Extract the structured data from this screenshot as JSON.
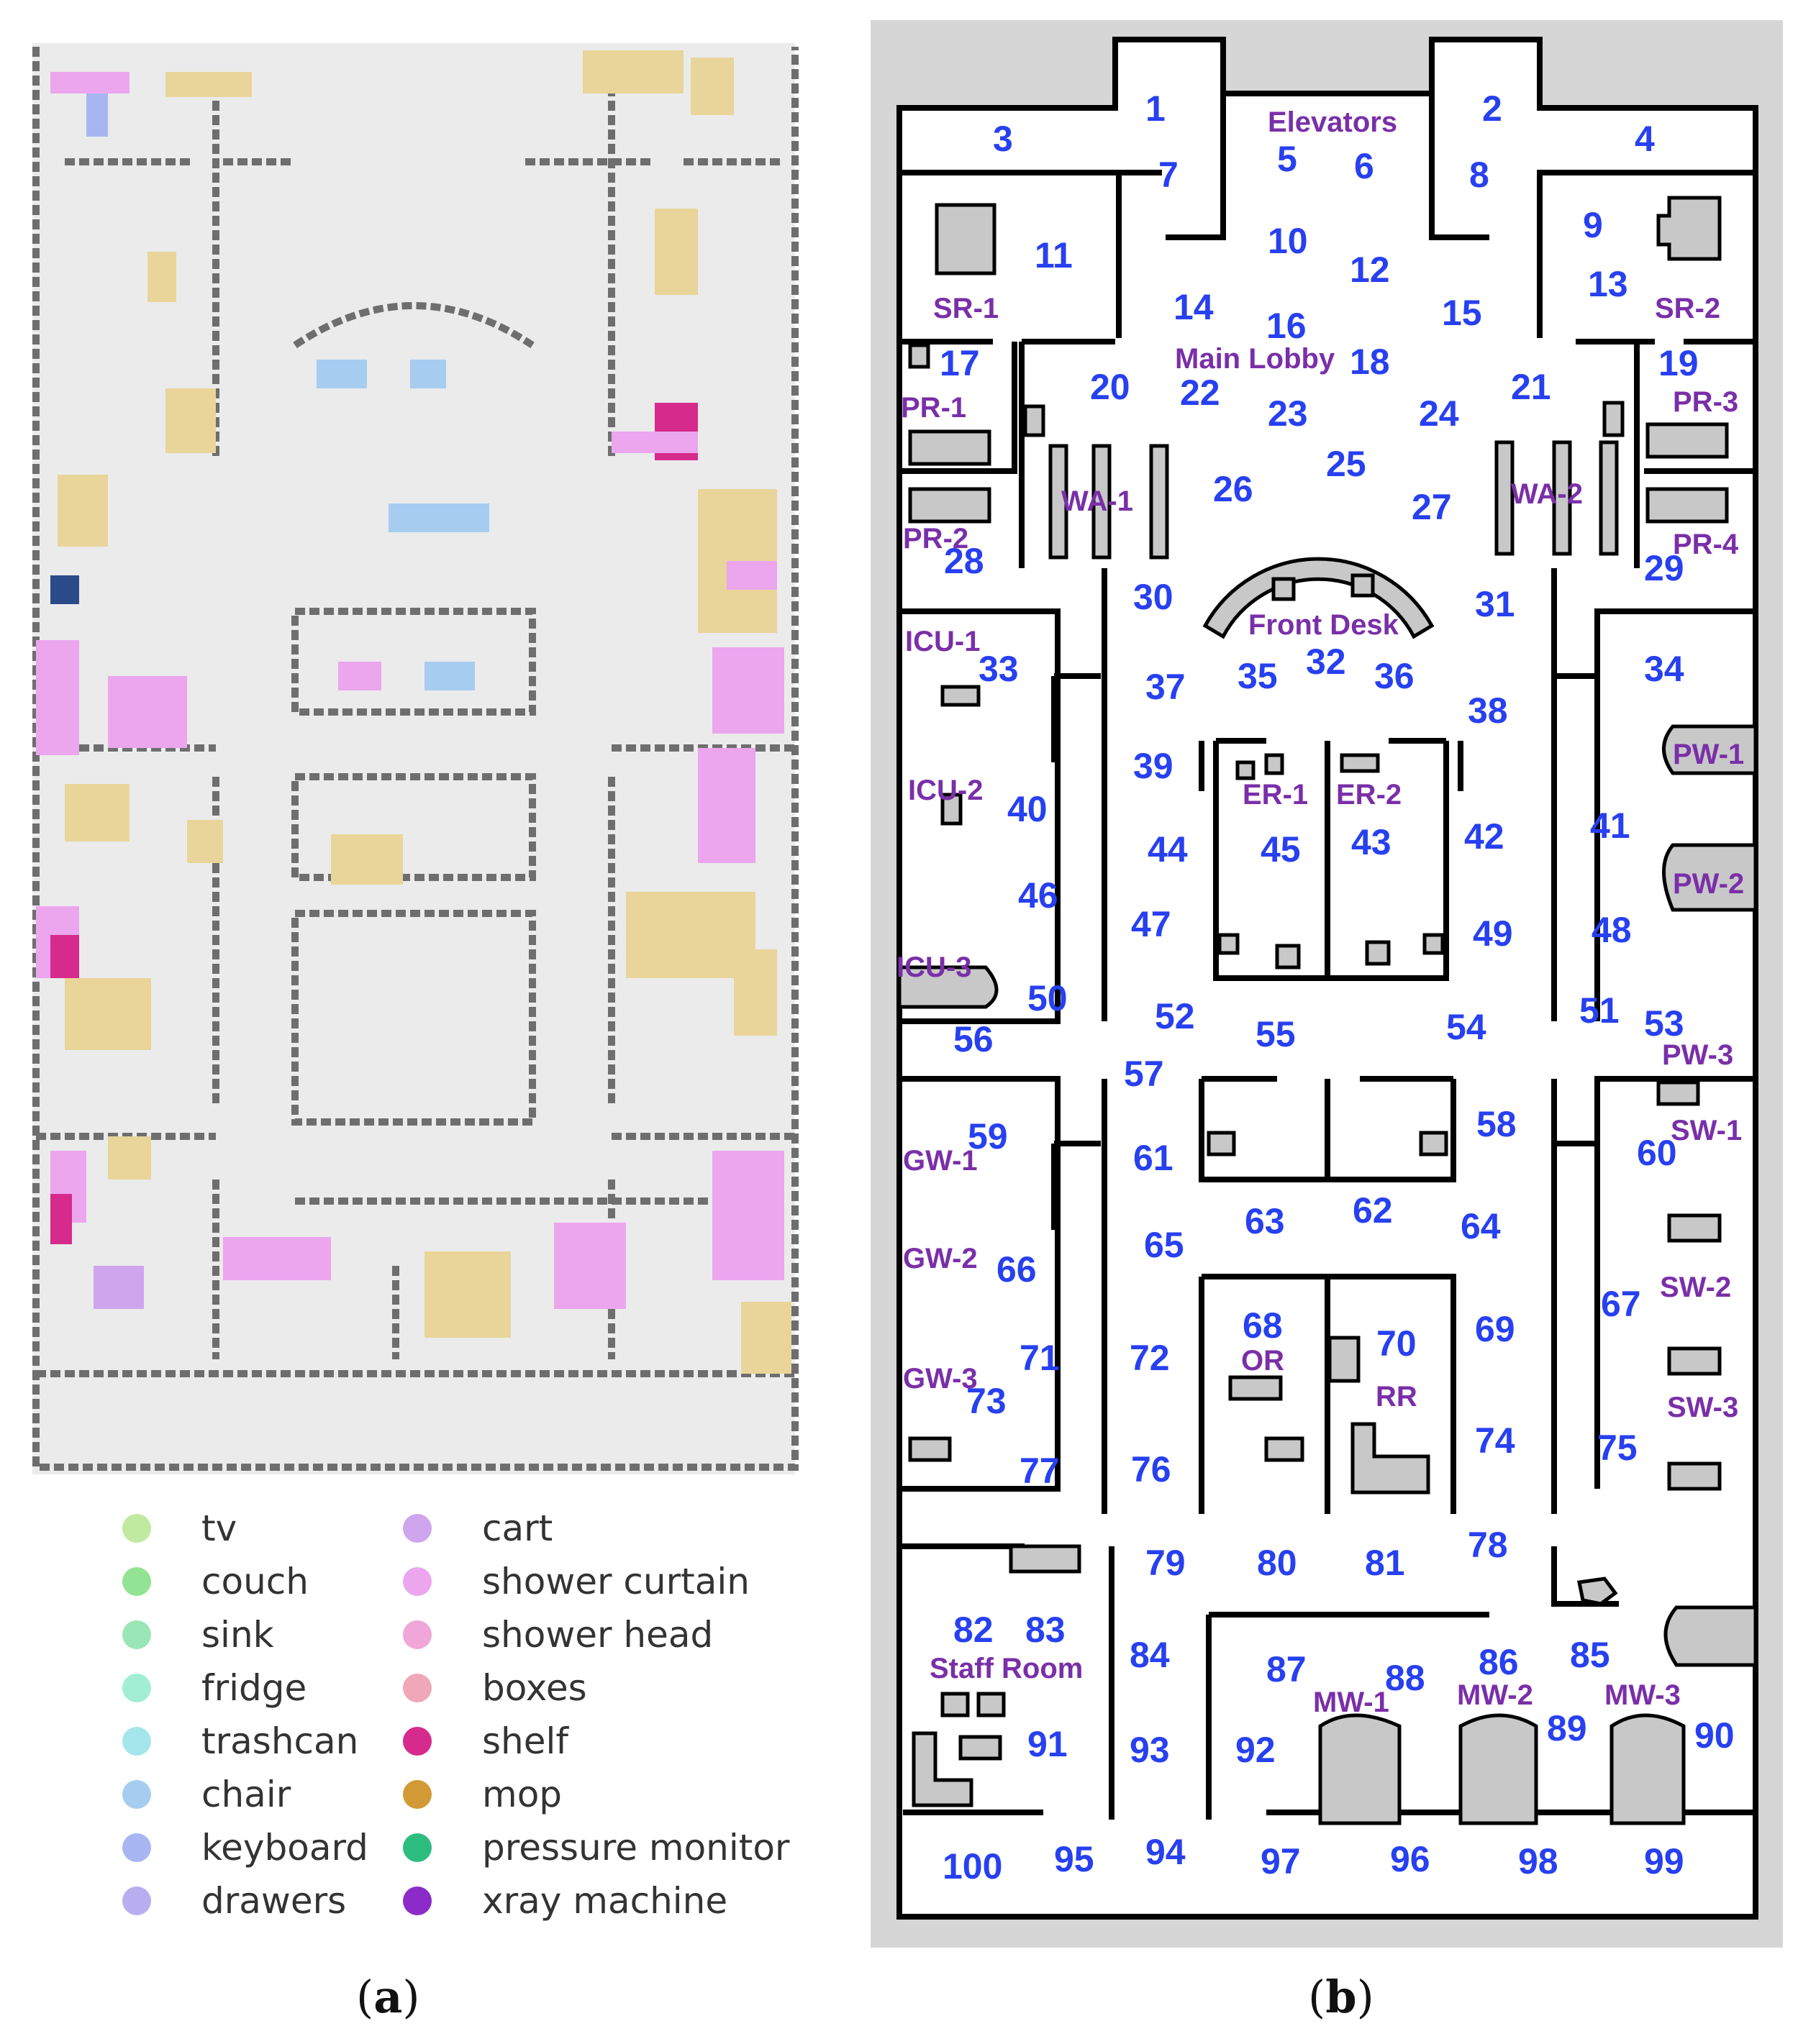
{
  "colors": {
    "wall": "#000000",
    "floor": "#ffffff",
    "outside": "#d6d6d6",
    "furniture": "#c8c8c8",
    "node_number": "#2740f0",
    "room_label": "#7a2fa8",
    "semantic_floor": "#ebebeb",
    "semantic_wall": "#6e6e6e"
  },
  "legend": {
    "items": [
      {
        "label": "tv",
        "color": "#bfeaa0"
      },
      {
        "label": "couch",
        "color": "#93e395"
      },
      {
        "label": "sink",
        "color": "#9be6b6"
      },
      {
        "label": "fridge",
        "color": "#a2eed4"
      },
      {
        "label": "trashcan",
        "color": "#a4e6ec"
      },
      {
        "label": "chair",
        "color": "#a6cdef"
      },
      {
        "label": "keyboard",
        "color": "#a7b6f2"
      },
      {
        "label": "drawers",
        "color": "#b9aef0"
      },
      {
        "label": "cart",
        "color": "#cfa5ee"
      },
      {
        "label": "shower curtain",
        "color": "#eba6ee"
      },
      {
        "label": "shower head",
        "color": "#f0a6d8"
      },
      {
        "label": "boxes",
        "color": "#f0a7b9"
      },
      {
        "label": "shelf",
        "color": "#d62a8c"
      },
      {
        "label": "mop",
        "color": "#d29a35"
      },
      {
        "label": "pressure monitor",
        "color": "#2dbd7f"
      },
      {
        "label": "xray machine",
        "color": "#8b2cc9"
      }
    ]
  },
  "captions": {
    "a": {
      "open": "(",
      "letter": "a",
      "close": ")"
    },
    "b": {
      "open": "(",
      "letter": "b",
      "close": ")"
    }
  },
  "map": {
    "node_numbers": [
      "1",
      "2",
      "3",
      "4",
      "5",
      "6",
      "7",
      "8",
      "9",
      "10",
      "11",
      "12",
      "13",
      "14",
      "15",
      "16",
      "17",
      "18",
      "19",
      "20",
      "21",
      "22",
      "23",
      "24",
      "25",
      "26",
      "27",
      "28",
      "29",
      "30",
      "31",
      "32",
      "33",
      "34",
      "35",
      "36",
      "37",
      "38",
      "39",
      "40",
      "41",
      "42",
      "43",
      "44",
      "45",
      "46",
      "47",
      "48",
      "49",
      "50",
      "51",
      "52",
      "53",
      "54",
      "55",
      "56",
      "57",
      "58",
      "59",
      "60",
      "61",
      "62",
      "63",
      "64",
      "65",
      "66",
      "67",
      "68",
      "69",
      "70",
      "71",
      "72",
      "73",
      "74",
      "75",
      "76",
      "77",
      "78",
      "79",
      "80",
      "81",
      "82",
      "83",
      "84",
      "85",
      "86",
      "87",
      "88",
      "89",
      "90",
      "91",
      "92",
      "93",
      "94",
      "95",
      "96",
      "97",
      "98",
      "99",
      "100"
    ],
    "room_labels": {
      "elevators": "Elevators",
      "sr1": "SR-1",
      "sr2": "SR-2",
      "main_lobby": "Main Lobby",
      "pr1": "PR-1",
      "pr2": "PR-2",
      "pr3": "PR-3",
      "pr4": "PR-4",
      "wa1": "WA-1",
      "wa2": "WA-2",
      "front_desk": "Front Desk",
      "icu1": "ICU-1",
      "icu2": "ICU-2",
      "icu3": "ICU-3",
      "er1": "ER-1",
      "er2": "ER-2",
      "pw1": "PW-1",
      "pw2": "PW-2",
      "pw3": "PW-3",
      "sw1": "SW-1",
      "sw2": "SW-2",
      "sw3": "SW-3",
      "gw1": "GW-1",
      "gw2": "GW-2",
      "gw3": "GW-3",
      "or": "OR",
      "rr": "RR",
      "staff_room": "Staff Room",
      "mw1": "MW-1",
      "mw2": "MW-2",
      "mw3": "MW-3"
    }
  }
}
